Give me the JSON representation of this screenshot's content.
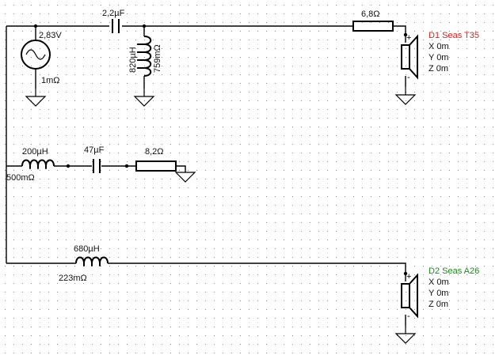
{
  "source": {
    "voltage": "2,83V",
    "resistance": "1mΩ"
  },
  "top_branch": {
    "capacitor": "2,2µF",
    "shunt_inductor": {
      "value": "820µH",
      "resistance": "759mΩ"
    },
    "series_resistor": "6,8Ω"
  },
  "middle_branch": {
    "inductor": {
      "value": "200µH",
      "resistance": "500mΩ"
    },
    "capacitor": "47µF",
    "resistor": "8,2Ω"
  },
  "bottom_branch": {
    "inductor": {
      "value": "680µH",
      "resistance": "223mΩ"
    }
  },
  "drivers": [
    {
      "name": "D1 Seas T35",
      "x": "X 0m",
      "y": "Y 0m",
      "z": "Z 0m",
      "plus": "+",
      "minus": "-",
      "color": "#e02020"
    },
    {
      "name": "D2 Seas A26",
      "x": "X 0m",
      "y": "Y 0m",
      "z": "Z 0m",
      "plus": "+",
      "minus": "-",
      "color": "#1a8a1a"
    }
  ],
  "colors": {
    "grid_dot": "#8a8a8a",
    "wire": "#000000"
  }
}
